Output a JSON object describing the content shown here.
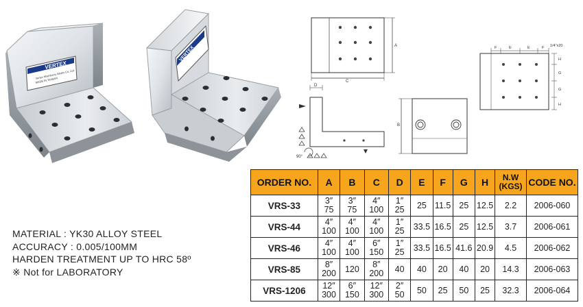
{
  "brand": {
    "logo_text": "VERTEX",
    "company_line1": "Vertex Machinery Works Co.,Ltd.",
    "company_line2": "MADE IN TAIWAN"
  },
  "drawings": {
    "front_view": {
      "a_label": "A",
      "c_label": "C"
    },
    "side_view": {
      "d_label": "D",
      "angle_label": "90°"
    },
    "end_view": {
      "b_label": "B"
    },
    "hole_view": {
      "f_label": "F",
      "e_label": "E",
      "h_label": "H",
      "g_label": "G",
      "thread_label": "1/4\"x20"
    }
  },
  "table": {
    "headers": [
      "ORDER NO.",
      "A",
      "B",
      "C",
      "D",
      "E",
      "F",
      "G",
      "H",
      "N.W\n(KGS)",
      "CODE NO."
    ],
    "rows": [
      {
        "order": "VRS-33",
        "a1": "3″",
        "a2": "75",
        "b1": "3″",
        "b2": "75",
        "c1": "4″",
        "c2": "100",
        "d1": "1″",
        "d2": "25",
        "e": "25",
        "f": "11.5",
        "g": "25",
        "h": "12.5",
        "nw": "2.2",
        "code": "2006-060"
      },
      {
        "order": "VRS-44",
        "a1": "4″",
        "a2": "100",
        "b1": "4″",
        "b2": "100",
        "c1": "4″",
        "c2": "100",
        "d1": "1″",
        "d2": "25",
        "e": "33.5",
        "f": "16.5",
        "g": "25",
        "h": "12.5",
        "nw": "3.7",
        "code": "2006-061"
      },
      {
        "order": "VRS-46",
        "a1": "4″",
        "a2": "100",
        "b1": "4″",
        "b2": "100",
        "c1": "6″",
        "c2": "150",
        "d1": "1″",
        "d2": "25",
        "e": "33.5",
        "f": "16.5",
        "g": "41.6",
        "h": "20.9",
        "nw": "4.5",
        "code": "2006-062"
      },
      {
        "order": "VRS-85",
        "a1": "8″",
        "a2": "200",
        "b1": "",
        "b2": "120",
        "c1": "8″",
        "c2": "200",
        "d1": "",
        "d2": "40",
        "e": "40",
        "f": "20",
        "g": "40",
        "h": "20",
        "nw": "14.3",
        "code": "2006-063"
      },
      {
        "order": "VRS-1206",
        "a1": "12″",
        "a2": "300",
        "b1": "6″",
        "b2": "150",
        "c1": "12″",
        "c2": "300",
        "d1": "2″",
        "d2": "50",
        "e": "50",
        "f": "25",
        "g": "50",
        "h": "25",
        "nw": "32.3",
        "code": "2006-064"
      }
    ]
  },
  "notes": {
    "material": "MATERIAL : YK30 ALLOY STEEL",
    "accuracy": "ACCURACY : 0.005/100MM",
    "harden": "HARDEN TREATMENT UP TO HRC 58º",
    "lab": "※ Not for LABORATORY"
  }
}
